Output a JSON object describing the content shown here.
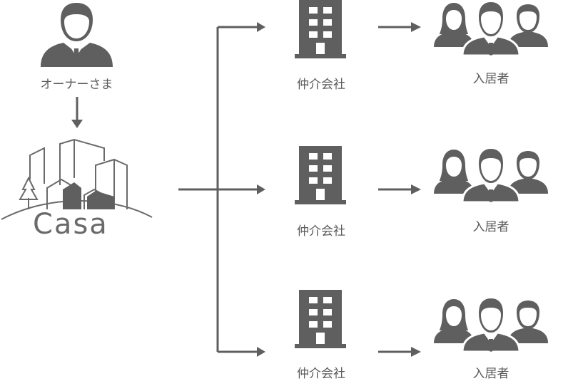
{
  "owner": {
    "label": "オーナーさま"
  },
  "casa": {
    "logo_text": "Casa"
  },
  "branches": [
    {
      "agency_label": "仲介会社",
      "tenants_label": "入居者"
    },
    {
      "agency_label": "仲介会社",
      "tenants_label": "入居者"
    },
    {
      "agency_label": "仲介会社",
      "tenants_label": "入居者"
    }
  ],
  "colors": {
    "icon": "#5f5f5f",
    "line": "#5f5f5f",
    "text": "#5a5a5a"
  }
}
